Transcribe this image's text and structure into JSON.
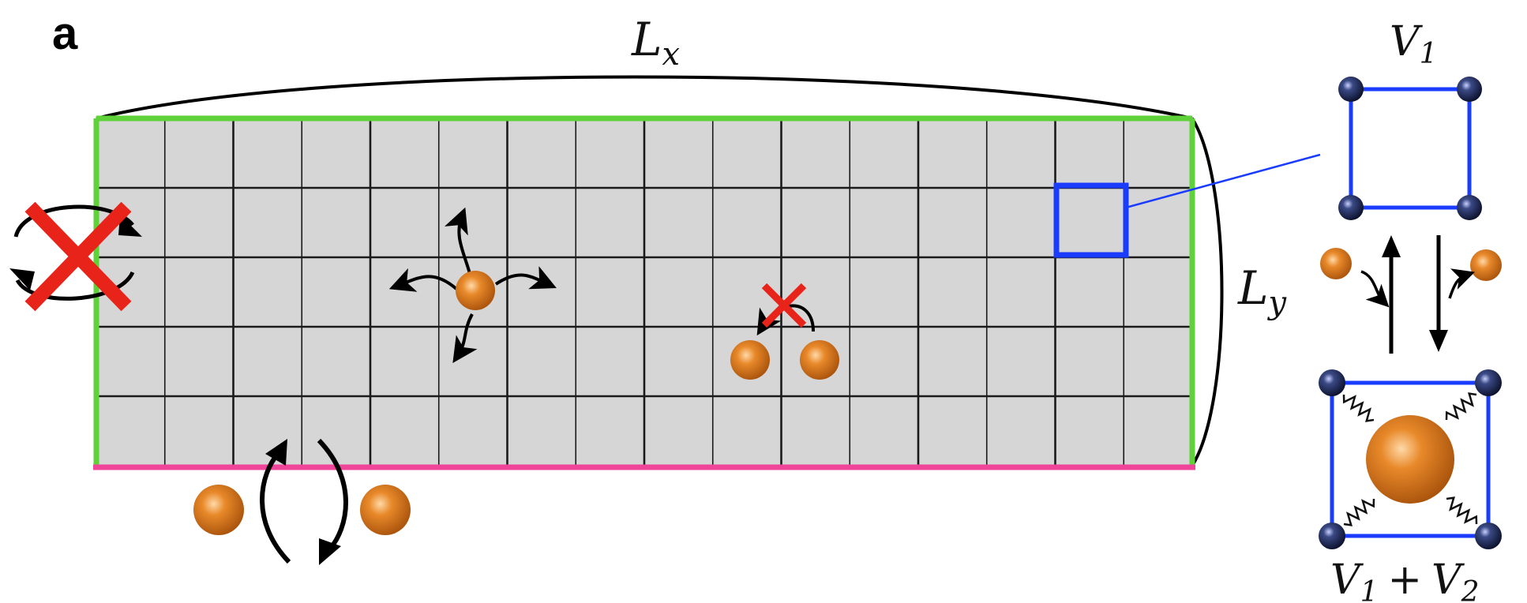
{
  "panel_label": "a",
  "labels": {
    "lx_main": "L",
    "lx_sub": "x",
    "ly_main": "L",
    "ly_sub": "y",
    "v1_main": "V",
    "v1_sub": "1",
    "v1v2_a": "V",
    "v1v2_a_sub": "1",
    "v1v2_op": "+",
    "v1v2_b": "V",
    "v1v2_b_sub": "2"
  },
  "lattice": {
    "columns": 16,
    "rows": 5
  },
  "colors": {
    "cell_fill": "#d6d6d6",
    "grid_line": "#1a1a1a",
    "top_boundary": "#5fd23a",
    "side_boundary": "#5fd23a",
    "bottom_boundary": "#f0439a",
    "highlight_plaquette": "#1a3cff",
    "blocked_cross": "#e8241a",
    "particle": "#d77a1f",
    "vertex": "#202a52"
  }
}
